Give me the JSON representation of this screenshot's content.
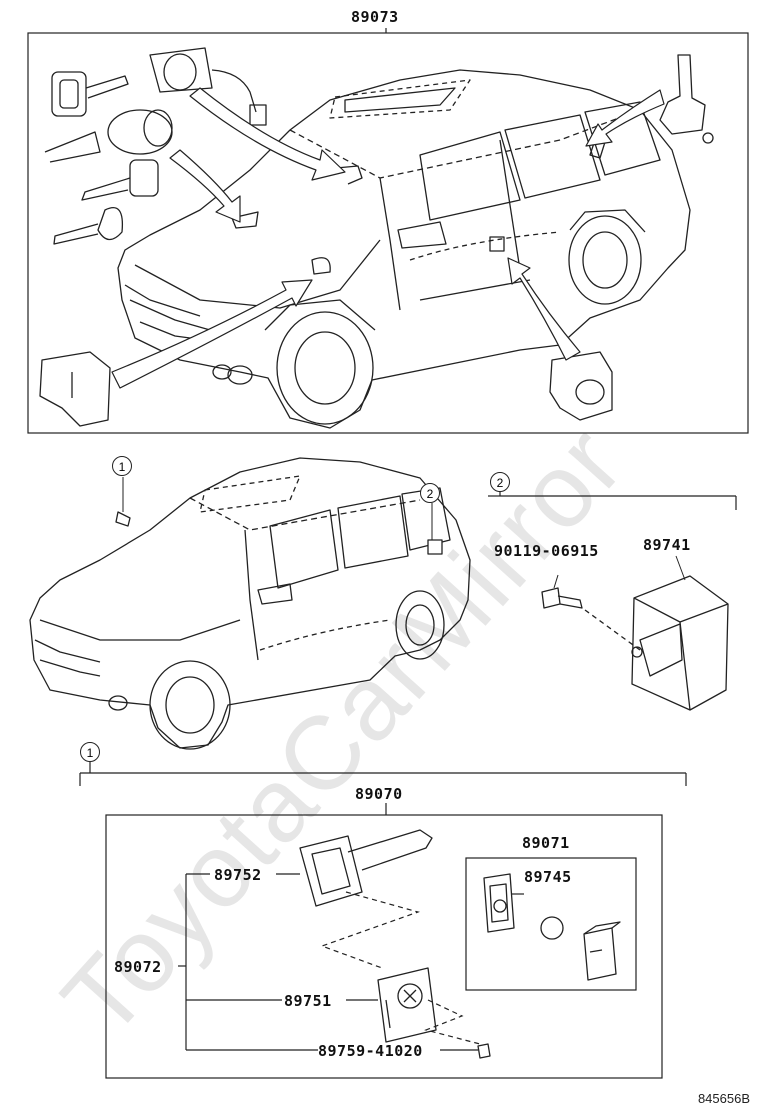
{
  "watermark": "ToyotaCarMirror",
  "top_group": {
    "label": "89073"
  },
  "transponder": {
    "bracket_ref": "1",
    "ecu_ref": "2",
    "bolt_label": "90119-06915",
    "ecu_label": "89741"
  },
  "key_set": {
    "group_ref": "1",
    "label": "89070",
    "key_label": "89752",
    "sub_group_label": "89072",
    "plate_label": "89751",
    "screw_label": "89759-41020",
    "remote": {
      "label": "89071",
      "battery_label": "89745"
    }
  },
  "diagram_code": "845656B"
}
